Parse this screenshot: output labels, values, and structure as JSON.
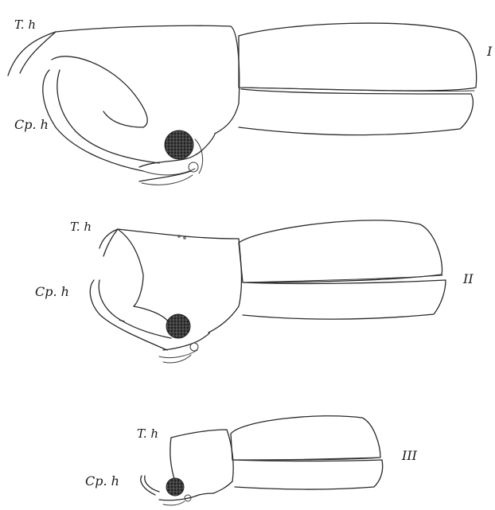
{
  "figure": {
    "specimens": [
      {
        "numeral": "I",
        "thoracic_horn_label": "T. h",
        "cephalic_horn_label": "Cp. h"
      },
      {
        "numeral": "II",
        "thoracic_horn_label": "T. h",
        "cephalic_horn_label": "Cp. h"
      },
      {
        "numeral": "III",
        "thoracic_horn_label": "T. h",
        "cephalic_horn_label": "Cp. h"
      }
    ],
    "colors": {
      "ink": "#2a2a2a",
      "eye": "#1a1a1a",
      "paper": "#ffffff"
    }
  }
}
